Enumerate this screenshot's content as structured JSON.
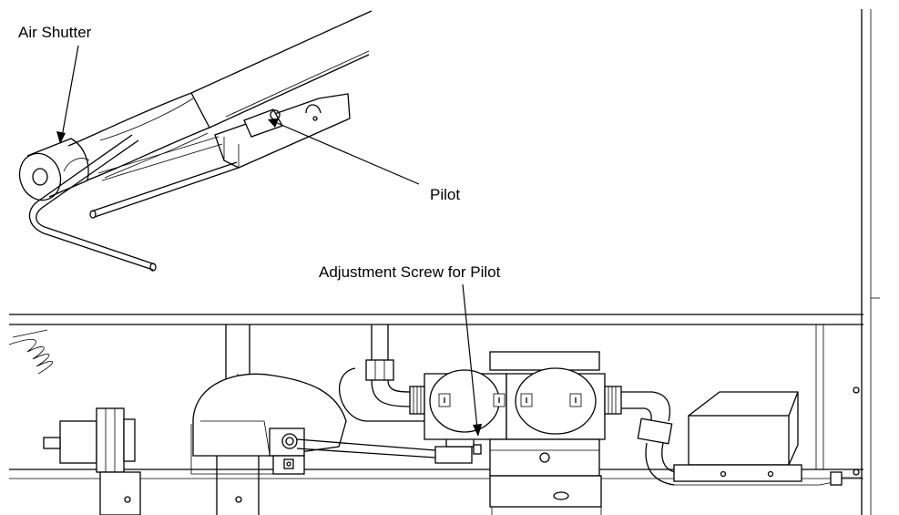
{
  "labels": {
    "air_shutter": "Air Shutter",
    "pilot": "Pilot",
    "adjustment_screw": "Adjustment Screw for Pilot"
  }
}
